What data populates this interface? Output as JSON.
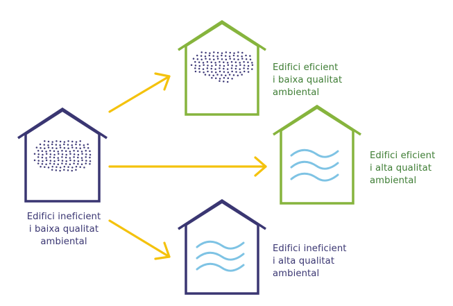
{
  "colors": {
    "navy": "#3a3672",
    "green": "#86b43d",
    "green_text": "#3e7d34",
    "yellow": "#f4c20d",
    "blue": "#7ec3e4",
    "dot": "#3f3b78"
  },
  "houses": {
    "source": {
      "label": "Edifici ineficient\ni baixa qualitat\nambiental",
      "icon": "house-pollution-icon"
    },
    "top": {
      "label": "Edifici eficient\ni baixa qualitat\nambiental",
      "icon": "house-pollution-icon"
    },
    "middle": {
      "label": "Edifici eficient\ni alta qualitat\nambiental",
      "icon": "house-clean-air-icon"
    },
    "bottom": {
      "label": "Edifici ineficient\ni alta qualitat\nambiental",
      "icon": "house-clean-air-icon"
    }
  },
  "arrows": [
    "arrow-up-right-icon",
    "arrow-right-icon",
    "arrow-down-right-icon"
  ]
}
